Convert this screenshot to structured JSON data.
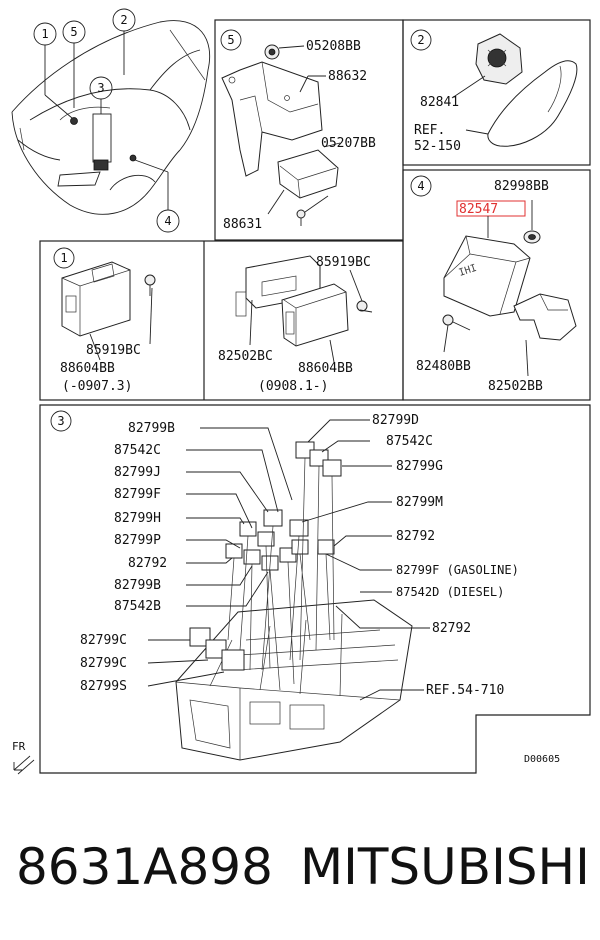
{
  "callouts": {
    "c1": "1",
    "c2": "2",
    "c3": "3",
    "c4": "4",
    "c5": "5"
  },
  "panel5": {
    "callout": "5",
    "parts": [
      "05208BB",
      "88632",
      "05207BB",
      "88631"
    ]
  },
  "panel2": {
    "callout": "2",
    "parts": [
      "82841"
    ],
    "ref_line1": "REF.",
    "ref_line2": "52-150"
  },
  "panel4": {
    "callout": "4",
    "parts": [
      "82998BB",
      "82547",
      "82480BB",
      "82502BB"
    ],
    "highlight_color": "#e03030"
  },
  "panel1": {
    "callout": "1",
    "left_parts": [
      "85919BC",
      "88604BB"
    ],
    "left_range": "(-0907.3)",
    "right_parts": [
      "85919BC",
      "82502BC",
      "88604BB"
    ],
    "right_range": "(0908.1-)"
  },
  "panel3": {
    "callout": "3",
    "left_labels": [
      "82799B",
      "87542C",
      "82799J",
      "82799F",
      "82799H",
      "82799P",
      "82792",
      "82799B",
      "87542B"
    ],
    "right_labels": [
      "82799D",
      "87542C",
      "82799G",
      "82799M",
      "82792",
      "82799F (GASOLINE)",
      "87542D (DIESEL)",
      "82792"
    ],
    "bottom_labels": [
      "82799C",
      "82799C",
      "82799S"
    ],
    "ref": "REF.54-710",
    "diagram_code": "D00605"
  },
  "fr_label": "FR",
  "footer": {
    "part_code": "8631A898",
    "brand": "MITSUBISHI"
  }
}
